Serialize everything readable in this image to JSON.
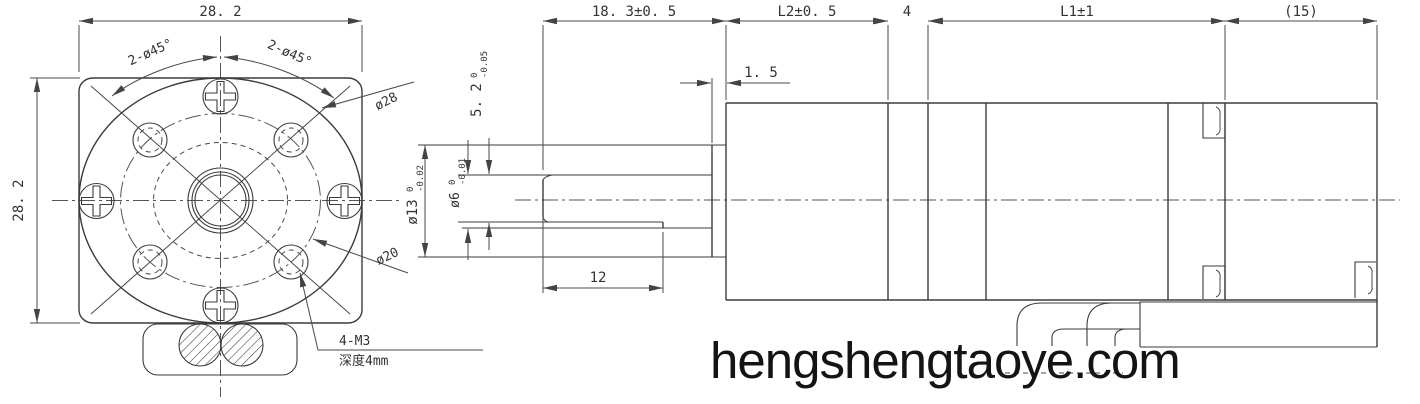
{
  "watermark": "hengshengtaoye.com",
  "colors": {
    "line": "#3b3b3b",
    "dim_line": "#4a4a4a",
    "text": "#333333",
    "watermark": "#141414",
    "background": "#ffffff"
  },
  "front_view": {
    "dim_width": "28. 2",
    "dim_height": "28. 2",
    "chamfer_left": "2-ø45°",
    "chamfer_right": "2-ø45°",
    "dia_outer": "ø28",
    "dia_bolt_circle": "ø20",
    "thread_label": "4-M3",
    "thread_depth": "深度4mm"
  },
  "side_view": {
    "dim_shaft_protrusion": "18. 3±0. 5",
    "dim_gearbox_length": "L2±0. 5",
    "dim_adapter": "4",
    "dim_motor_length": "L1±1",
    "dim_rear_cap": "(15)",
    "dim_boss_height": "1. 5",
    "dim_flat_length": "12",
    "dim_flat_height": {
      "val": "5. 2",
      "tol_up": "0",
      "tol_dn": "-0.05"
    },
    "dim_boss_dia": {
      "val": "ø13",
      "tol_up": "0",
      "tol_dn": "-0.02"
    },
    "dim_shaft_dia": {
      "val": "ø6",
      "tol_up": "0",
      "tol_dn": "-0.01"
    }
  }
}
